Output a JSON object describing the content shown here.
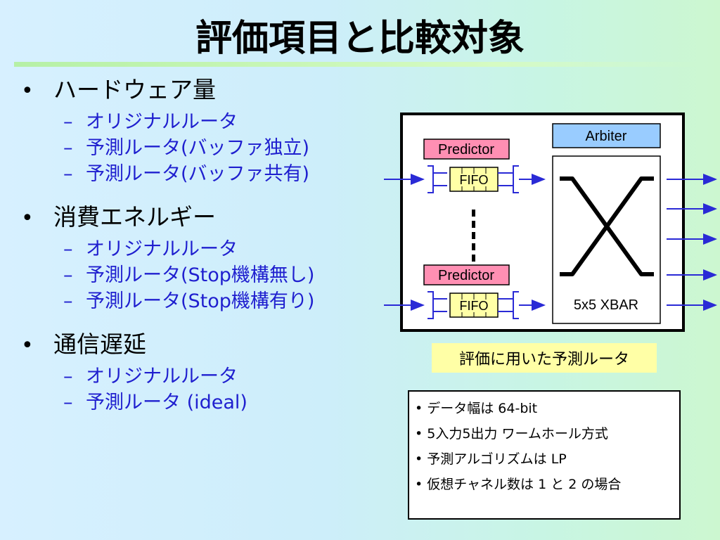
{
  "title": "評価項目と比較対象",
  "outline": [
    {
      "heading": "ハードウェア量",
      "items": [
        "オリジナルルータ",
        "予測ルータ(バッファ独立)",
        "予測ルータ(バッファ共有)"
      ]
    },
    {
      "heading": "消費エネルギー",
      "items": [
        "オリジナルルータ",
        "予測ルータ(Stop機構無し)",
        "予測ルータ(Stop機構有り)"
      ]
    },
    {
      "heading": "通信遅延",
      "items": [
        "オリジナルルータ",
        "予測ルータ (ideal)"
      ]
    }
  ],
  "bullet_glyph": "•",
  "dash_glyph": "–",
  "diagram": {
    "arbiter": "Arbiter",
    "predictor_top": "Predictor",
    "predictor_bottom": "Predictor",
    "fifo_top": "FIFO",
    "fifo_bottom": "FIFO",
    "xbar": "5x5 XBAR"
  },
  "caption": "評価に用いた予測ルータ",
  "specs": [
    "• データ幅は 64-bit",
    "• 5入力5出力 ワームホール方式",
    "• 予測アルゴリズムは LP",
    "• 仮想チャネル数は 1 と 2 の場合"
  ],
  "colors": {
    "blue_text": "#1f1fcf",
    "arrow": "#2a2ad6",
    "predictor_fill": "#ff8fb3",
    "arbiter_fill": "#99ccff",
    "fifo_fill": "#ffffa6",
    "caption_fill": "#ffffa6"
  }
}
